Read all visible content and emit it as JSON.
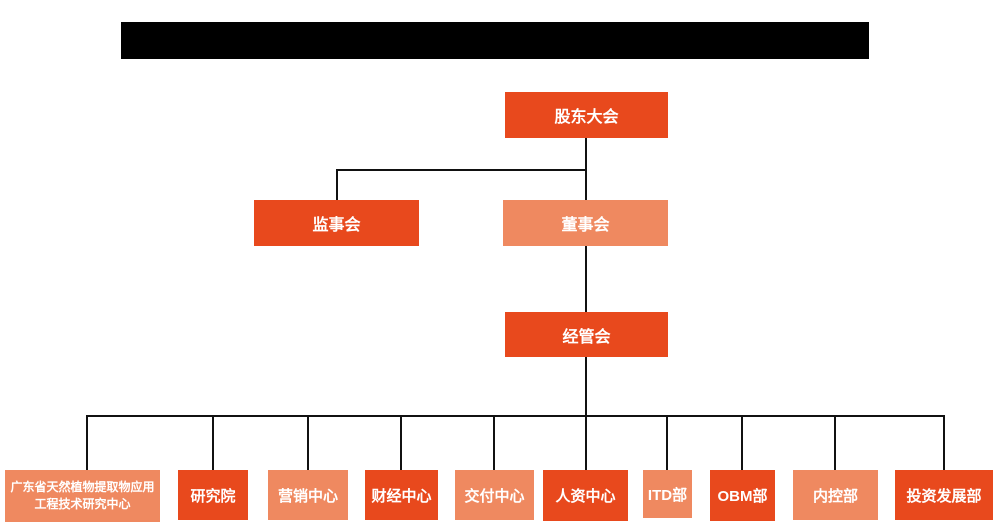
{
  "colors": {
    "primary_orange": "#e8491d",
    "light_orange": "#ef8960",
    "connector_black": "#111111",
    "redaction_black": "#000000"
  },
  "org_chart": {
    "type": "org-tree",
    "title_bar": {
      "redacted": true
    },
    "root": {
      "label": "股东大会",
      "variant": "dark"
    },
    "level2": [
      {
        "label": "监事会",
        "variant": "dark"
      },
      {
        "label": "董事会",
        "variant": "light"
      }
    ],
    "level3": {
      "label": "经管会",
      "variant": "dark"
    },
    "departments": [
      {
        "label": "广东省天然植物提取物应用工程技术研究中心",
        "variant": "light"
      },
      {
        "label": "研究院",
        "variant": "dark"
      },
      {
        "label": "营销中心",
        "variant": "light"
      },
      {
        "label": "财经中心",
        "variant": "dark"
      },
      {
        "label": "交付中心",
        "variant": "light"
      },
      {
        "label": "人资中心",
        "variant": "dark"
      },
      {
        "label": "ITD部",
        "variant": "light"
      },
      {
        "label": "OBM部",
        "variant": "dark"
      },
      {
        "label": "内控部",
        "variant": "light"
      },
      {
        "label": "投资发展部",
        "variant": "dark"
      }
    ]
  }
}
